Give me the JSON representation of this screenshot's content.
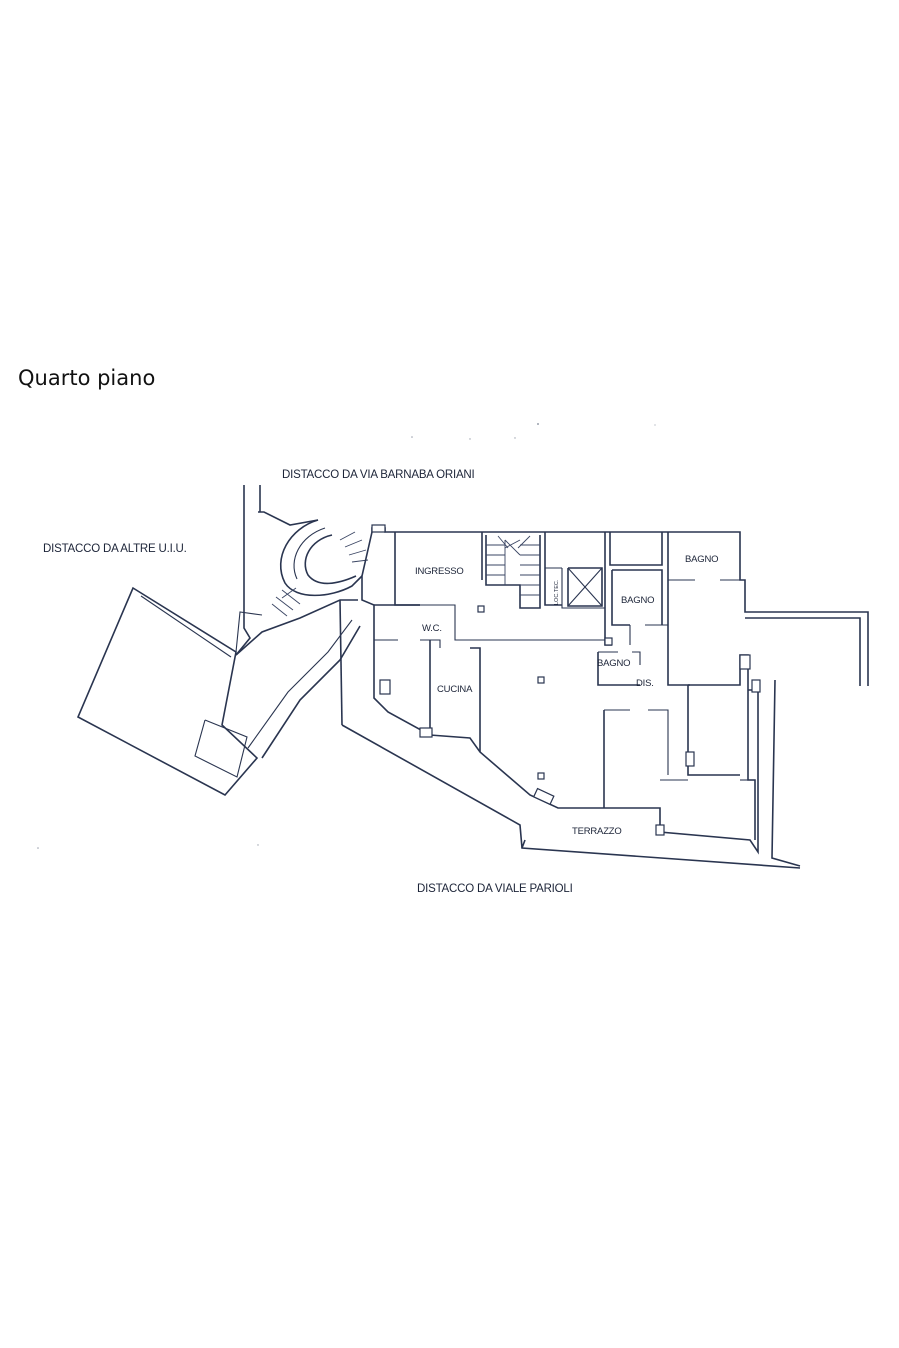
{
  "heading": "Quarto piano",
  "edge_labels": {
    "north": "DISTACCO DA VIA BARNABA ORIANI",
    "west": "DISTACCO DA ALTRE U.I.U.",
    "south": "DISTACCO DA VIALE PARIOLI"
  },
  "rooms": {
    "ingresso": "INGRESSO",
    "loc_tec": "LOC.TEC.",
    "bagno_1": "BAGNO",
    "bagno_2": "BAGNO",
    "bagno_3": "BAGNO",
    "wc": "W.C.",
    "cucina": "CUCINA",
    "dis": "DIS.",
    "terrazzo": "TERRAZZO"
  },
  "colors": {
    "ink": "#2a3550",
    "paper": "#ffffff"
  }
}
